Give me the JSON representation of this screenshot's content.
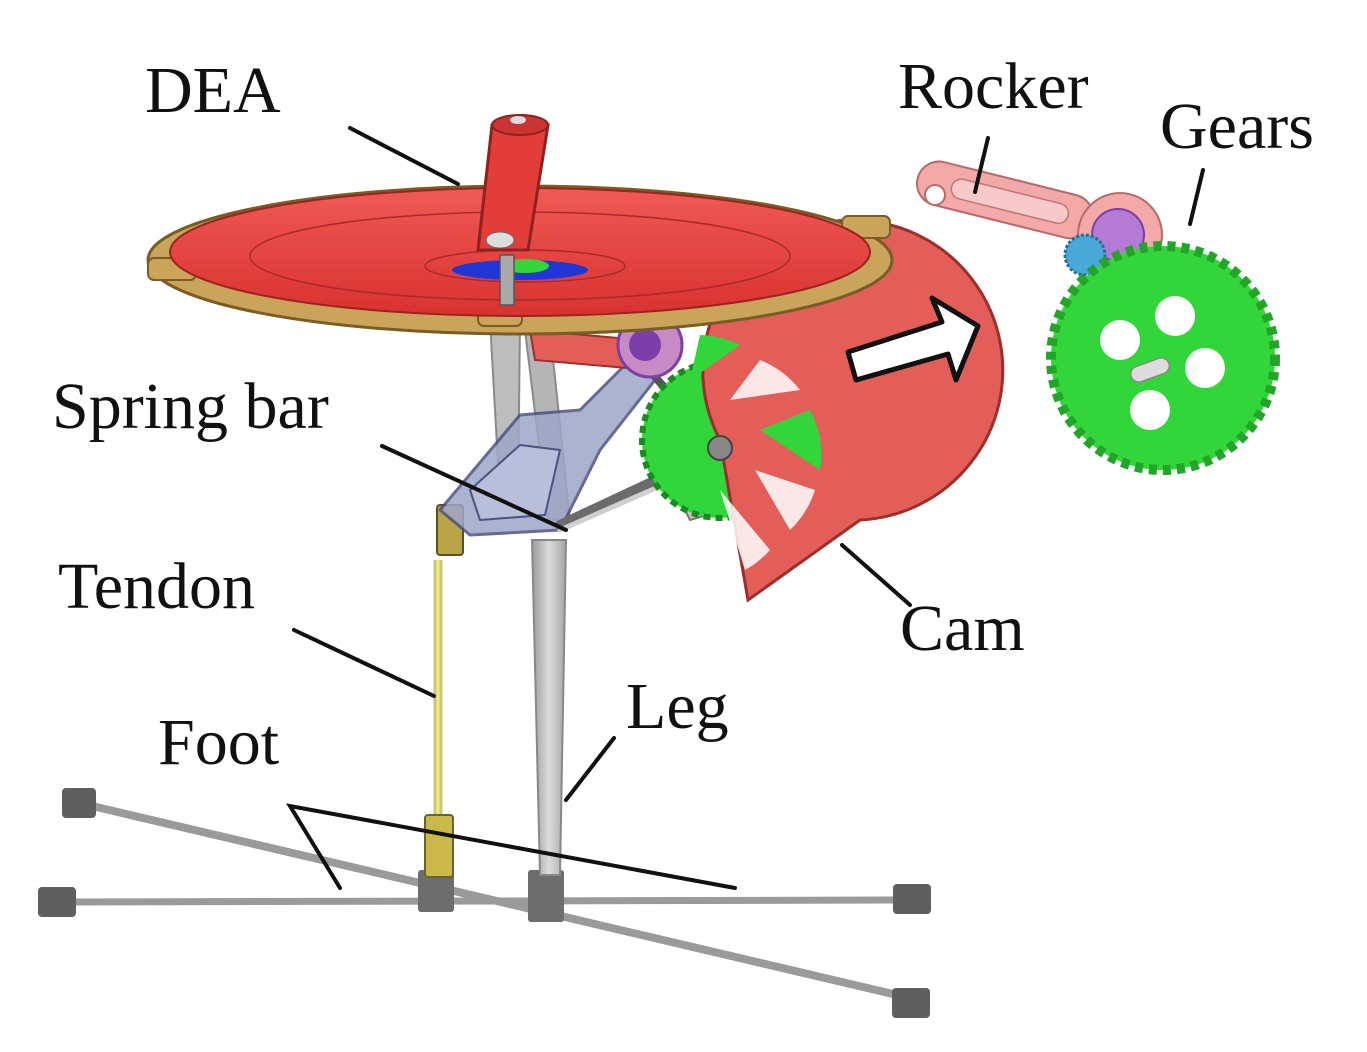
{
  "labels": {
    "dea": "DEA",
    "rocker": "Rocker",
    "gears": "Gears",
    "spring_bar": "Spring bar",
    "tendon": "Tendon",
    "cam": "Cam",
    "leg": "Leg",
    "foot": "Foot"
  },
  "colors": {
    "dea_membrane": "#e8423f",
    "dea_frame": "#c9a45a",
    "cam": "#e35e58",
    "gear": "#33d63a",
    "rocker": "#f4a9a9",
    "leg": "#c7c7c7",
    "linkage": "#7c86b3",
    "tendon": "#d8d27a",
    "foot_pad": "#5f5f5f",
    "axle": "#7a3fa8",
    "label_text": "#111111"
  }
}
